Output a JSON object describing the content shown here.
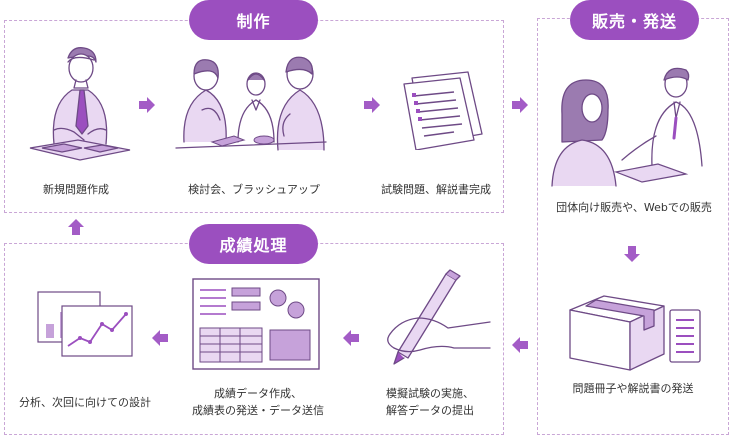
{
  "sections": {
    "production": "制作",
    "sales": "販売・発送",
    "grading": "成績処理"
  },
  "steps": {
    "create": "新規問題作成",
    "review": "検討会、ブラッシュアップ",
    "complete": "試験問題、解説書完成",
    "sell": "団体向け販売や、Webでの販売",
    "ship": "問題冊子や解説書の発送",
    "exam_line1": "模擬試験の実施、",
    "exam_line2": "解答データの提出",
    "report_line1": "成績データ作成、",
    "report_line2": "成績表の発送・データ送信",
    "analysis": "分析、次回に向けての設計"
  },
  "colors": {
    "accent": "#9b4fbf",
    "arrow": "#a35cc6",
    "panel_border": "#c9a6d6",
    "line_art": "#6e4a86",
    "fill_light": "#e9d8f2"
  },
  "icons": [
    "arrow-right-icon",
    "arrow-down-icon",
    "arrow-left-icon",
    "arrow-up-icon"
  ]
}
